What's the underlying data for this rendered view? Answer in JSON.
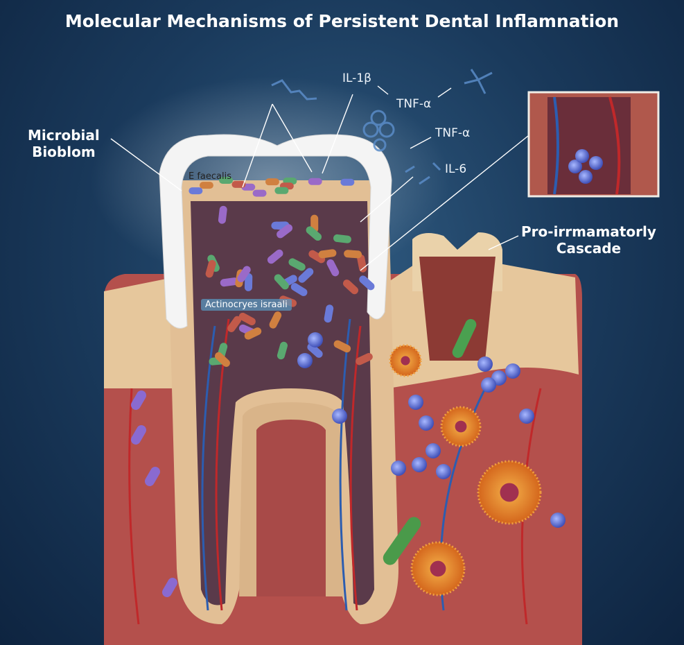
{
  "title": "Molecular Mechanisms of Persistent Dental Inflamnation",
  "labels": {
    "microbial": "Microbial\nBioblom",
    "microbial_line1": "Microbial",
    "microbial_line2": "Bioblom",
    "cascade_line1": "Pro-irrmamatorly",
    "cascade_line2": "Cascade",
    "e_faecalis": "E faecalis",
    "actinomyces": "Actinocryes israali"
  },
  "cytokines": [
    "IL-1β",
    "TNF-α",
    "TNF-α",
    "IL-6"
  ],
  "colors": {
    "background": "#1a3a5c",
    "gum": "#b4504c",
    "bone": "#e6c79c",
    "enamel": "#f4f4f4",
    "pulp": "#5a3a4a",
    "artery": "#c0282a",
    "vein": "#2c5db0",
    "cell_orange": "#e8852a",
    "cell_blue": "#5a70d8"
  }
}
